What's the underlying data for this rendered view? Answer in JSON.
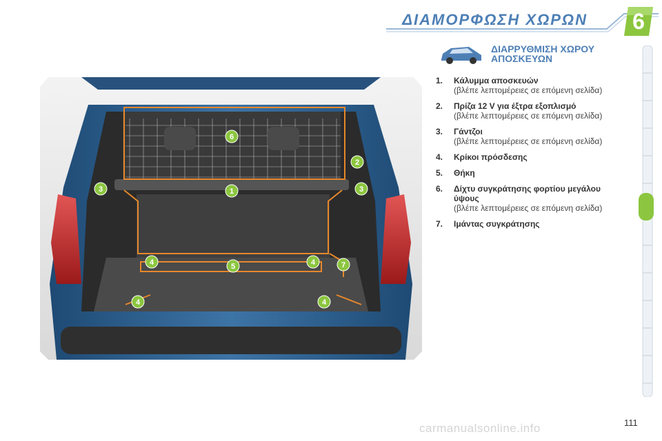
{
  "header": {
    "title": "ΔΙΑΜΟΡΦΩΣΗ ΧΩΡΩΝ",
    "chapter_number": "6",
    "accent_color": "#4d7fb5",
    "badge_color": "#8cc63f"
  },
  "section": {
    "title_line1": "ΔΙΑΡΡΥΘΜΙΣΗ ΧΩΡΟΥ",
    "title_line2": "ΑΠΟΣΚΕΥΩΝ",
    "icon": "car-estate-icon"
  },
  "callouts": [
    "1",
    "2",
    "3",
    "3",
    "4",
    "4",
    "4",
    "4",
    "5",
    "6",
    "7"
  ],
  "legend": [
    {
      "num": "1.",
      "label": "Κάλυμμα αποσκευών",
      "note": "(βλέπε λεπτομέρειες σε επόμενη σελίδα)"
    },
    {
      "num": "2.",
      "label": "Πρίζα 12 V για έξτρα εξοπλισμό",
      "note": "(βλέπε λεπτομέρειες σε επόμενη σελίδα)"
    },
    {
      "num": "3.",
      "label": "Γάντζοι",
      "note": "(βλέπε λεπτομέρειες σε επόμενη σελίδα)"
    },
    {
      "num": "4.",
      "label": "Κρίκοι πρόσδεσης",
      "note": ""
    },
    {
      "num": "5.",
      "label": "Θήκη",
      "note": ""
    },
    {
      "num": "6.",
      "label": "Δίχτυ συγκράτησης φορτίου μεγάλου ύψους",
      "note": "(βλέπε λεπτομέρειες σε επόμενη σελίδα)"
    },
    {
      "num": "7.",
      "label": "Ιμάντας συγκράτησης",
      "note": ""
    }
  ],
  "page_number": "111",
  "watermark": "carmanualsonline.info"
}
